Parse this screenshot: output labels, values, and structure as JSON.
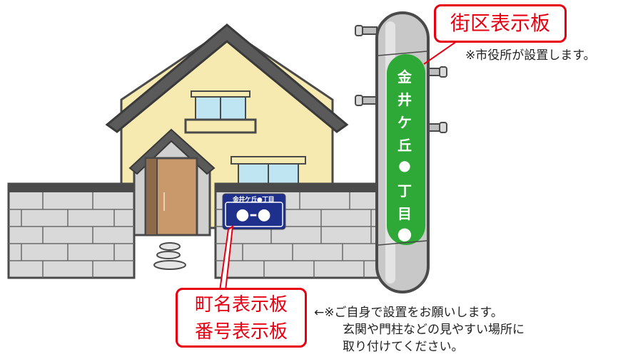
{
  "labels": {
    "district_sign": "街区表示板",
    "town_name_sign": "町名表示板",
    "number_sign": "番号表示板"
  },
  "notes": {
    "city_installs": "※市役所が設置します。",
    "self_install_line1": "←※ご自身で設置をお願いします。",
    "self_install_line2": "玄関や門柱などの見やすい場所に",
    "self_install_line3": "取り付けてください。"
  },
  "pole_sign_chars": [
    "金",
    "井",
    "ケ",
    "丘",
    "●",
    "丁",
    "目",
    "●"
  ],
  "house_plate": {
    "title": "金井ケ丘●丁目",
    "number": "●–●"
  },
  "colors": {
    "label_red": "#e60012",
    "pole_green": "#2ea836",
    "plate_navy": "#1e2f8c",
    "house_wall": "#f7eab0",
    "roof_gray": "#5a5a5a",
    "wall_gray": "#d9d9d9",
    "door_brown": "#c9996b"
  }
}
